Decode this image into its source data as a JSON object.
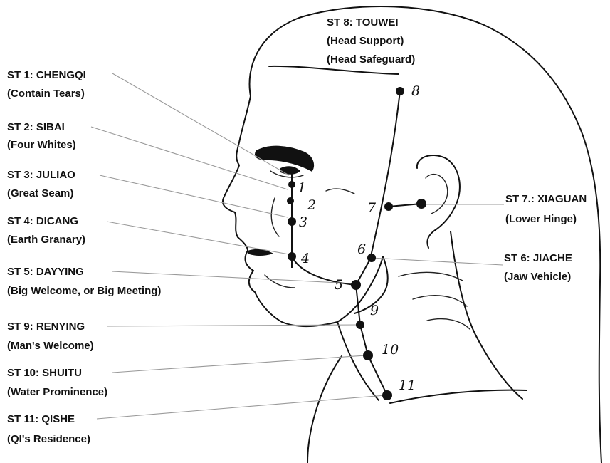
{
  "points": [
    {
      "id": "st1",
      "marker": "1",
      "code_line": "ST 1: CHENGQI",
      "name_line": "(Contain Tears)"
    },
    {
      "id": "st2",
      "marker": "2",
      "code_line": "ST 2: SIBAI",
      "name_line": "(Four Whites)"
    },
    {
      "id": "st3",
      "marker": "3",
      "code_line": "ST 3: JULIAO",
      "name_line": "(Great Seam)"
    },
    {
      "id": "st4",
      "marker": "4",
      "code_line": "ST 4: DICANG",
      "name_line": "(Earth Granary)"
    },
    {
      "id": "st5",
      "marker": "5",
      "code_line": "ST 5: DAYYING",
      "name_line": "(Big Welcome, or Big Meeting)"
    },
    {
      "id": "st9",
      "marker": "9",
      "code_line": "ST 9: RENYING",
      "name_line": "(Man's Welcome)"
    },
    {
      "id": "st10",
      "marker": "10",
      "code_line": "ST 10: SHUITU",
      "name_line": "(Water Prominence)"
    },
    {
      "id": "st11",
      "marker": "11",
      "code_line": "ST 11: QISHE",
      "name_line": "(QI's Residence)"
    },
    {
      "id": "st8",
      "marker": "8",
      "code_line": "ST 8: TOUWEI",
      "name_line": "(Head Support)",
      "name_line_2": "(Head Safeguard)"
    },
    {
      "id": "st7",
      "marker": "7",
      "code_line": "ST 7.: XIAGUAN",
      "name_line": "(Lower Hinge)"
    },
    {
      "id": "st6",
      "marker": "6",
      "code_line": "ST 6: JIACHE",
      "name_line": "(Jaw Vehicle)"
    }
  ]
}
